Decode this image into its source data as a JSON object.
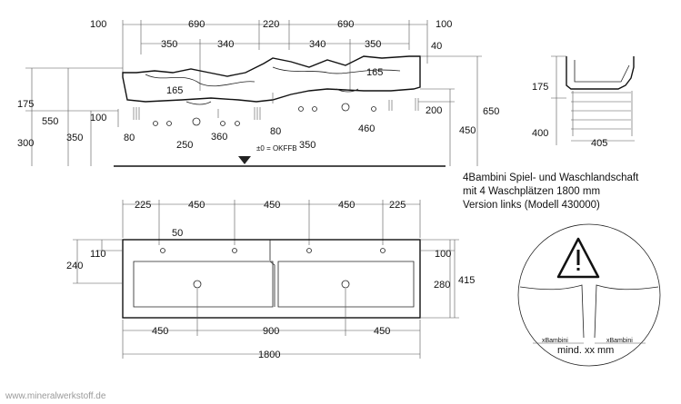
{
  "top_view": {
    "dims_row1": [
      "100",
      "690",
      "220",
      "690",
      "100"
    ],
    "dims_row2": [
      "350",
      "340",
      "340",
      "350"
    ],
    "dim_40": "40",
    "dim_165_left": "165",
    "dim_165_right": "165",
    "left_heights": [
      "175",
      "550",
      "300"
    ],
    "dim_100": "100",
    "dim_350_left": "350",
    "dim_80_left": "80",
    "dim_250": "250",
    "dim_360": "360",
    "dim_80_right": "80",
    "dim_350_right": "350",
    "dim_460": "460",
    "dim_200": "200",
    "dim_450": "450",
    "dim_650": "650",
    "okffb": "±0 = OKFFB"
  },
  "side_view": {
    "dim_175": "175",
    "dim_400": "400",
    "dim_405": "405"
  },
  "description": {
    "line1": "4Bambini Spiel- und Waschlandschaft",
    "line2": "mit 4 Waschplätzen 1800 mm",
    "line3": "Version links (Modell 430000)"
  },
  "plan_view": {
    "top_dims": [
      "225",
      "450",
      "450",
      "450",
      "225"
    ],
    "dim_50": "50",
    "dim_110": "110",
    "dim_240": "240",
    "dim_100": "100",
    "dim_280": "280",
    "dim_415": "415",
    "bottom_dims": [
      "450",
      "900",
      "450"
    ],
    "total": "1800"
  },
  "detail": {
    "xbambini_left": "xBambini",
    "xbambini_right": "xBambini",
    "gap_label": "mind. xx mm"
  },
  "footer": {
    "url": "www.mineralwerkstoff.de"
  }
}
